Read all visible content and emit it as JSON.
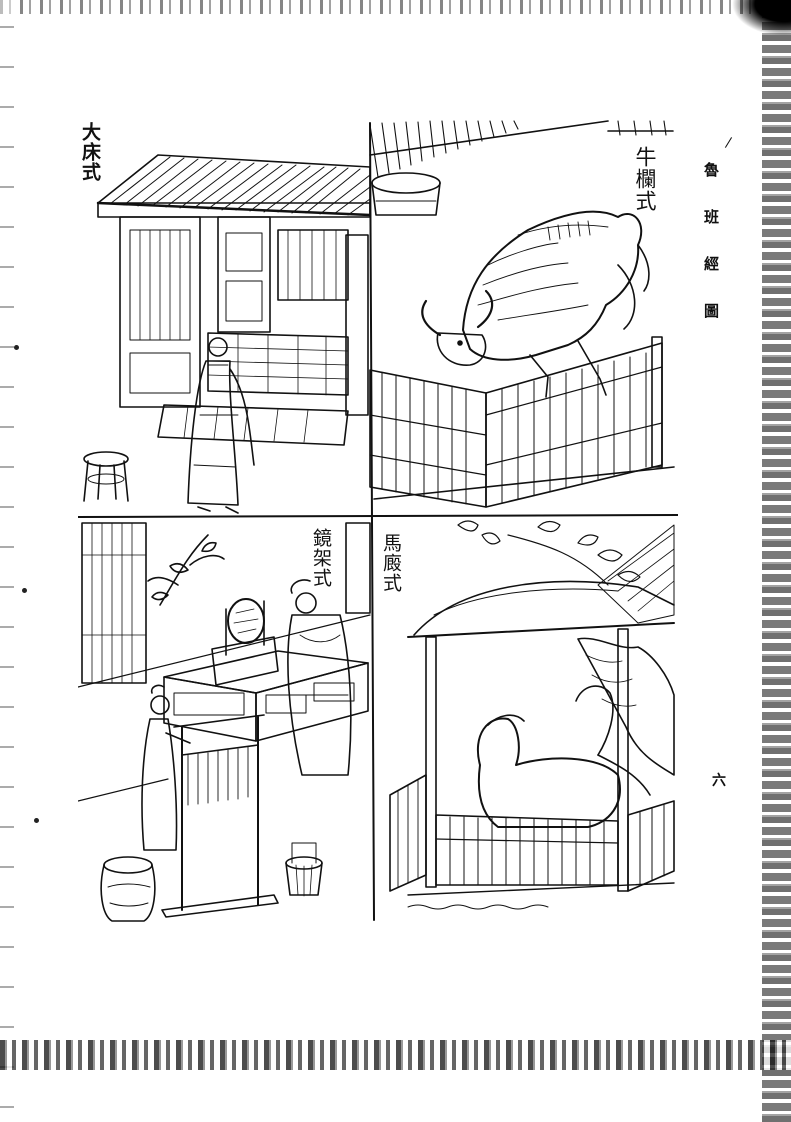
{
  "captions": {
    "bed": "大床式",
    "ox_pen": "牛欄式",
    "mirror_stand": "鏡架式",
    "stable": "馬廄式"
  },
  "margin": {
    "book_title": "魯班經圖",
    "page_number": "六",
    "tick_mark": "/"
  },
  "icons": {
    "bed_scene": "pavilion-bed-illustration",
    "ox_scene": "ox-in-pen-illustration",
    "mirror_scene": "mirror-stand-illustration",
    "stable_scene": "horse-stable-illustration"
  }
}
